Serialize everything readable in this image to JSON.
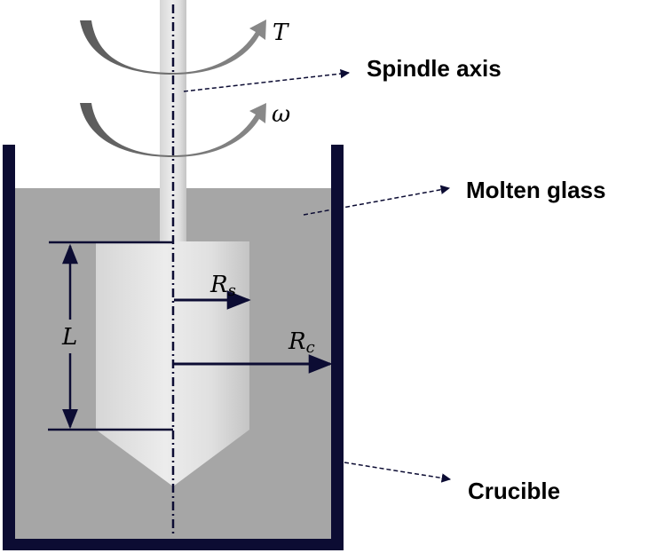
{
  "labels": {
    "spindle_axis": "Spindle axis",
    "molten_glass": "Molten glass",
    "crucible": "Crucible"
  },
  "symbols": {
    "torque": "T",
    "angular_velocity": "ω",
    "length": "L",
    "spindle_radius_main": "R",
    "spindle_radius_sub": "s",
    "crucible_radius_main": "R",
    "crucible_radius_sub": "c"
  },
  "colors": {
    "crucible": "#0c0c33",
    "glass": "#a6a6a6",
    "arrow": "#0c0c33",
    "rotation_arrow": "#6b6b6b"
  }
}
